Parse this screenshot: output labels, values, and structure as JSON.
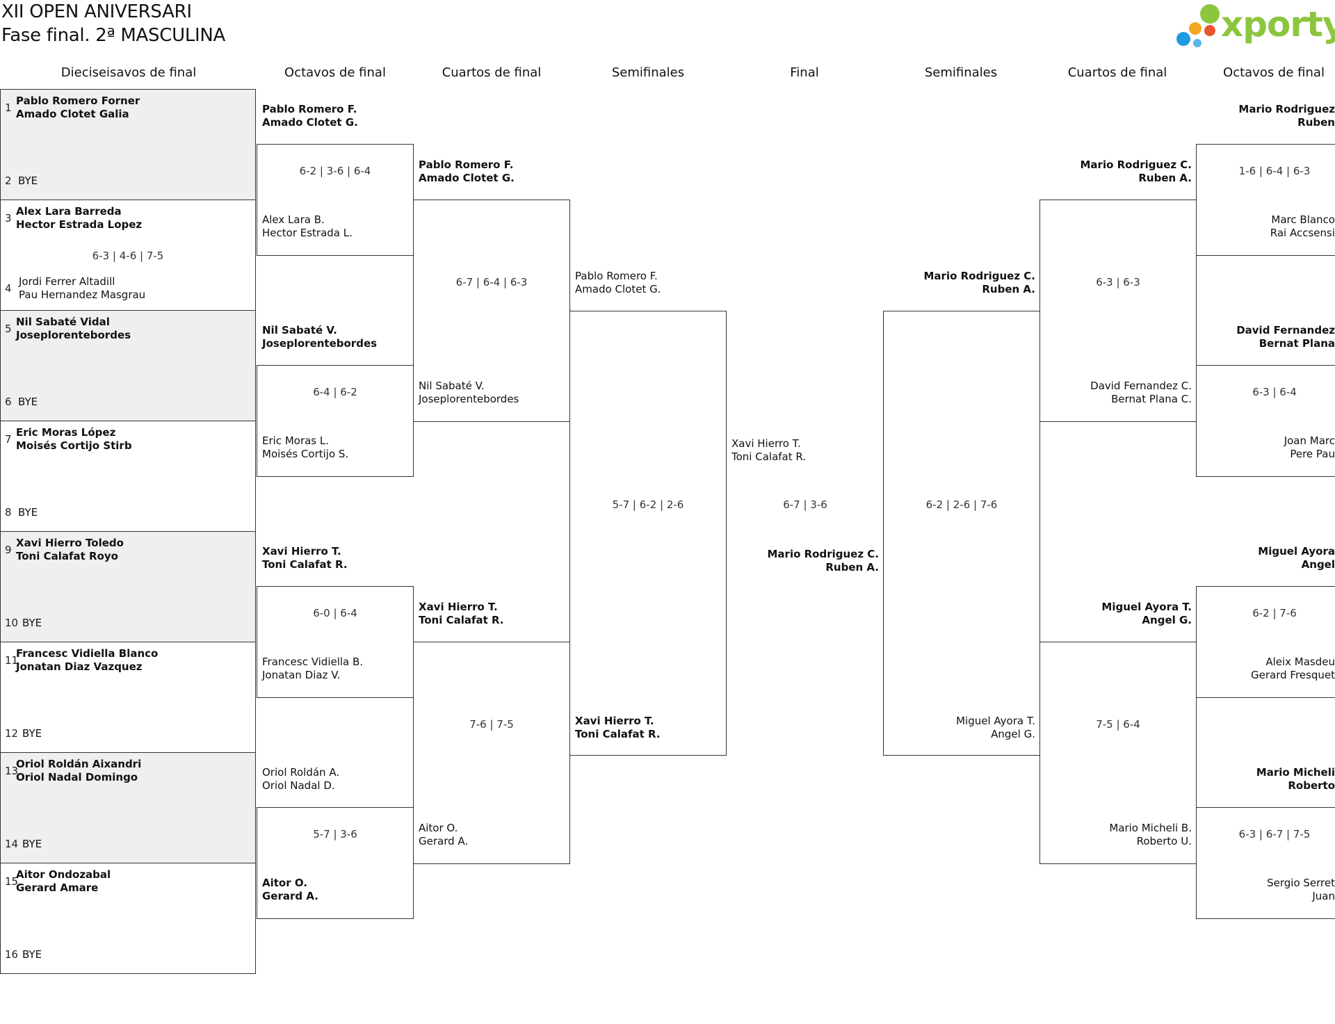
{
  "title": {
    "line1": "XII OPEN ANIVERSARI",
    "line2": "Fase final. 2ª MASCULINA"
  },
  "logo": {
    "text": "xporty",
    "colors": [
      "#8cc63f",
      "#f5a623",
      "#e8542c",
      "#1e9be0"
    ]
  },
  "headers": [
    "Dieciseisavos de final",
    "Octavos de final",
    "Cuartos de final",
    "Semifinales",
    "Final",
    "Semifinales",
    "Cuartos de final",
    "Octavos de final"
  ],
  "r16": [
    {
      "seedA": "1",
      "a1": "Pablo Romero Forner",
      "a2": "Amado Clotet Galia",
      "seedB": "2",
      "b1": "BYE",
      "b2": "",
      "score": "",
      "winA": true,
      "shade": true
    },
    {
      "seedA": "3",
      "a1": "Alex Lara Barreda",
      "a2": "Hector Estrada Lopez",
      "seedB": "4",
      "b1": "Jordi Ferrer Altadill",
      "b2": "Pau Hernandez Masgrau",
      "score": "6-3 | 4-6 | 7-5",
      "winA": true,
      "shade": false
    },
    {
      "seedA": "5",
      "a1": "Nil Sabaté Vidal",
      "a2": "Joseplorentebordes",
      "seedB": "6",
      "b1": "BYE",
      "b2": "",
      "score": "",
      "winA": true,
      "shade": true
    },
    {
      "seedA": "7",
      "a1": "Eric Moras López",
      "a2": "Moisés Cortijo Stirb",
      "seedB": "8",
      "b1": "BYE",
      "b2": "",
      "score": "",
      "winA": true,
      "shade": false
    },
    {
      "seedA": "9",
      "a1": "Xavi Hierro Toledo",
      "a2": "Toni Calafat Royo",
      "seedB": "10",
      "b1": "BYE",
      "b2": "",
      "score": "",
      "winA": true,
      "shade": true
    },
    {
      "seedA": "11",
      "a1": "Francesc Vidiella Blanco",
      "a2": "Jonatan Diaz Vazquez",
      "seedB": "12",
      "b1": "BYE",
      "b2": "",
      "score": "",
      "winA": true,
      "shade": false
    },
    {
      "seedA": "13",
      "a1": "Oriol Roldán Aixandri",
      "a2": "Oriol Nadal Domingo",
      "seedB": "14",
      "b1": "BYE",
      "b2": "",
      "score": "",
      "winA": true,
      "shade": true
    },
    {
      "seedA": "15",
      "a1": "Aitor Ondozabal",
      "a2": "Gerard Amare",
      "seedB": "16",
      "b1": "BYE",
      "b2": "",
      "score": "",
      "winA": true,
      "shade": false
    }
  ],
  "left": {
    "octavos": [
      {
        "a1": "Pablo Romero F.",
        "a2": "Amado Clotet G.",
        "b1": "Alex Lara B.",
        "b2": "Hector Estrada L.",
        "score": "6-2 | 3-6 | 6-4",
        "winA": true
      },
      {
        "a1": "Nil Sabaté V.",
        "a2": "Joseplorentebordes",
        "b1": "Eric Moras L.",
        "b2": "Moisés Cortijo S.",
        "score": "6-4 | 6-2",
        "winA": true
      },
      {
        "a1": "Xavi Hierro T.",
        "a2": "Toni Calafat R.",
        "b1": "Francesc Vidiella B.",
        "b2": "Jonatan Diaz V.",
        "score": "6-0 | 6-4",
        "winA": true
      },
      {
        "a1": "Oriol Roldán A.",
        "a2": "Oriol Nadal D.",
        "b1": "Aitor O.",
        "b2": "Gerard A.",
        "score": "5-7 | 3-6",
        "winA": false
      }
    ],
    "cuartos": [
      {
        "a1": "Pablo Romero F.",
        "a2": "Amado Clotet G.",
        "b1": "Nil Sabaté V.",
        "b2": "Joseplorentebordes",
        "score": "6-7 | 6-4 | 6-3",
        "winA": true
      },
      {
        "a1": "Xavi Hierro T.",
        "a2": "Toni Calafat R.",
        "b1": "Aitor O.",
        "b2": "Gerard A.",
        "score": "7-6 | 7-5",
        "winA": true
      }
    ],
    "semis": {
      "a1": "Pablo Romero F.",
      "a2": "Amado Clotet G.",
      "b1": "Xavi Hierro T.",
      "b2": "Toni Calafat R.",
      "score": "5-7 | 6-2 | 2-6",
      "winA": false
    }
  },
  "final": {
    "a1": "Xavi Hierro T.",
    "a2": "Toni Calafat R.",
    "b1": "Mario Rodriguez C.",
    "b2": "Ruben A.",
    "score": "6-7 | 3-6",
    "winA": false
  },
  "right": {
    "semis": {
      "a1": "Mario Rodriguez C.",
      "a2": "Ruben A.",
      "b1": "Miguel Ayora T.",
      "b2": "Angel G.",
      "score": "6-2 | 2-6 | 7-6",
      "winA": true
    },
    "cuartos": [
      {
        "a1": "Mario Rodriguez C.",
        "a2": "Ruben A.",
        "b1": "David Fernandez C.",
        "b2": "Bernat Plana C.",
        "score": "6-3 | 6-3",
        "winA": true
      },
      {
        "a1": "Miguel Ayora T.",
        "a2": "Angel G.",
        "b1": "Mario Micheli B.",
        "b2": "Roberto U.",
        "score": "7-5 | 6-4",
        "winA": true
      }
    ],
    "octavos": [
      {
        "a1": "Mario Rodriguez",
        "a2": "Ruben",
        "b1": "Marc Blanco",
        "b2": "Rai Accsensi",
        "score": "1-6 | 6-4 | 6-3",
        "winA": true
      },
      {
        "a1": "David Fernandez",
        "a2": "Bernat Plana",
        "b1": "Joan Marc",
        "b2": "Pere Pau",
        "score": "6-3 | 6-4",
        "winA": true
      },
      {
        "a1": "Miguel Ayora",
        "a2": "Angel",
        "b1": "Aleix Masdeu",
        "b2": "Gerard Fresquet",
        "score": "6-2 | 7-6",
        "winA": true
      },
      {
        "a1": "Mario Micheli",
        "a2": "Roberto",
        "b1": "Sergio Serret",
        "b2": "Juan",
        "score": "6-3 | 6-7 | 7-5",
        "winA": true
      }
    ]
  }
}
